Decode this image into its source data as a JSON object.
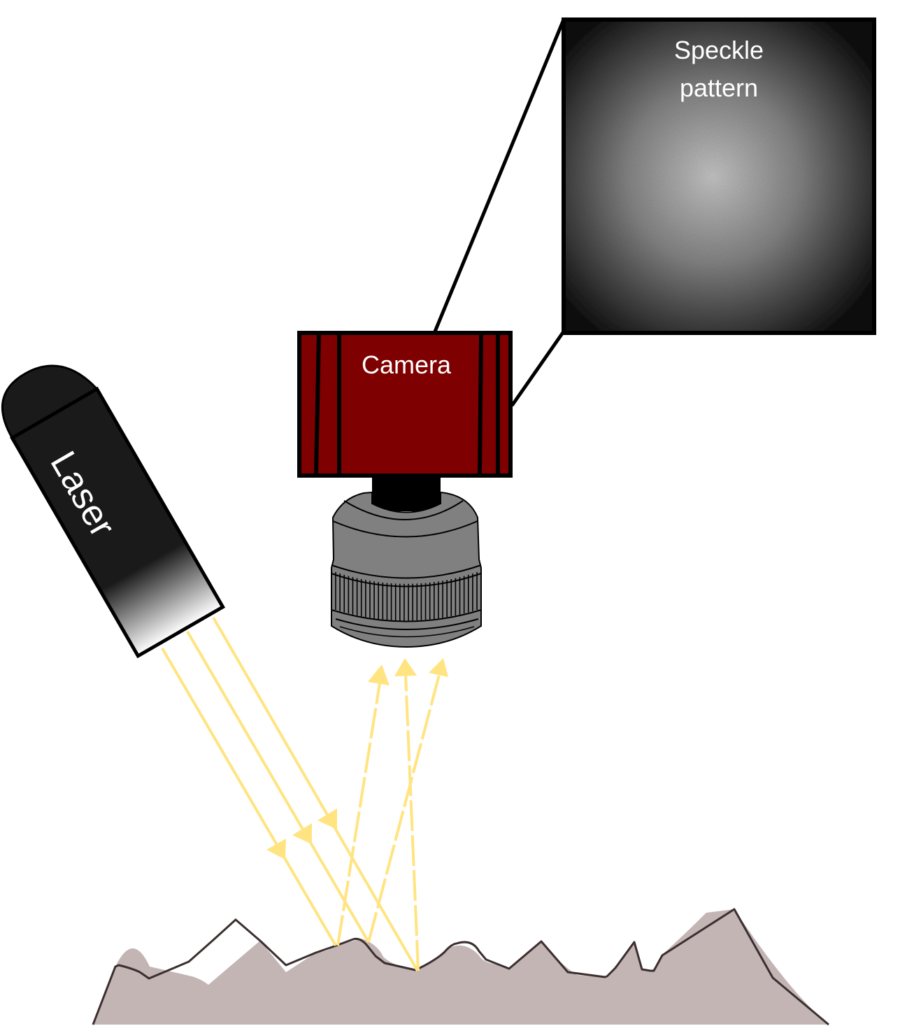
{
  "title": "Laser speckle imaging setup",
  "labels": {
    "laser": "Laser",
    "camera": "Camera",
    "speckle_line1": "Speckle",
    "speckle_line2": "pattern"
  },
  "components": [
    {
      "id": "laser",
      "name": "Laser source",
      "color": "#1a1a1a"
    },
    {
      "id": "camera",
      "name": "Camera body",
      "color": "#7f0000"
    },
    {
      "id": "lens",
      "name": "Camera lens",
      "color": "#808080"
    },
    {
      "id": "speckle",
      "name": "Speckle pattern inset"
    },
    {
      "id": "surface",
      "name": "Rough surface",
      "color": "#c4b5b5"
    }
  ],
  "beams": {
    "color": "#ffe481",
    "incident_count": 3,
    "scattered_count": 3,
    "incident_style": "solid",
    "scattered_style": "dashed"
  },
  "colors": {
    "outline": "#000000",
    "surface_outline": "#3b2f2f",
    "label_text": "#ffffff"
  }
}
